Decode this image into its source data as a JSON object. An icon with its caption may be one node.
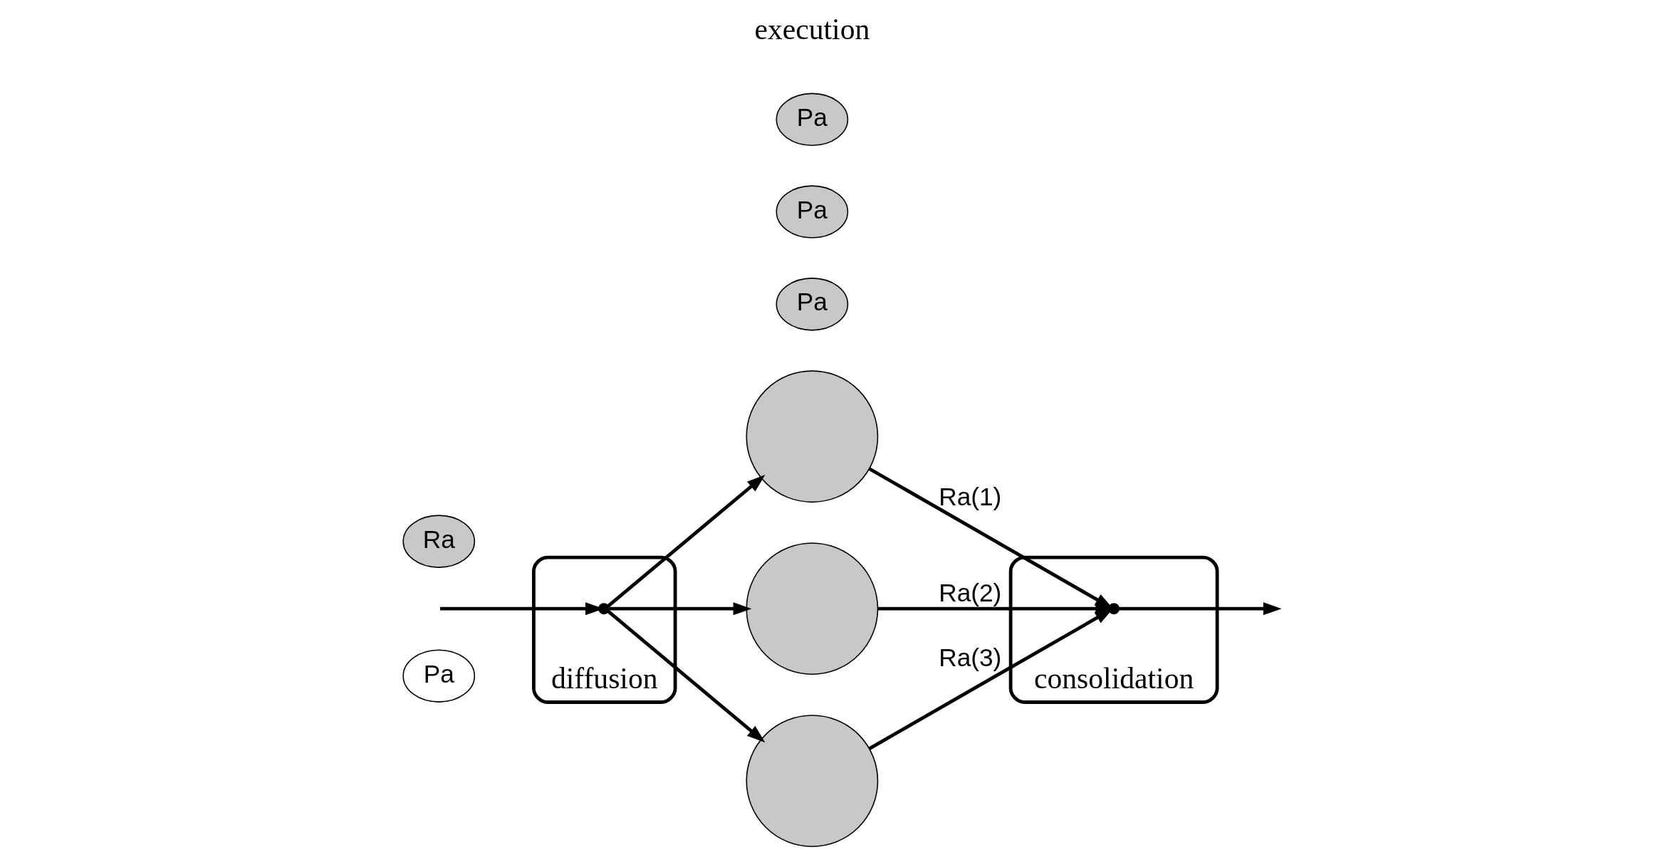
{
  "diagram": {
    "nodes": [
      {
        "text": [
          "Pa"
        ]
      },
      {
        "text": [
          "diffusion"
        ]
      },
      {
        "text": [],
        "shape": "circle",
        "in": 1
      },
      {
        "text": [
          "Pa"
        ]
      },
      {
        "text": [],
        "shape": "circle"
      },
      {
        "text": [
          "Pa"
        ]
      },
      {
        "text": [],
        "shape": "circle"
      },
      {
        "text": [
          "Pa"
        ]
      },
      {
        "text": [],
        "shape": "circle"
      },
      {
        "text": [
          "consolidation"
        ]
      },
      {
        "text": [],
        "shape": "circle",
        "in": 9
      },
      {
        "text": [
          "Ra"
        ]
      }
    ],
    "edges": [
      {
        "from": null,
        "to": 2,
        "arrow": "to"
      },
      {
        "from": 2,
        "to": 4,
        "arrow": "to"
      },
      {
        "from": 2,
        "to": 6,
        "arrow": "to"
      },
      {
        "from": 2,
        "to": 8,
        "arrow": "to"
      },
      {
        "from": 4,
        "to": 10,
        "arrow": "to",
        "label": "Ra(1)"
      },
      {
        "from": 6,
        "to": 10,
        "arrow": "to",
        "label": "Ra(2)"
      },
      {
        "from": 8,
        "to": 10,
        "arrow": "to",
        "label": "Ra(3)"
      },
      {
        "from": 10,
        "to": null,
        "arrow": "to"
      }
    ],
    "labels": [
      "execution"
    ]
  }
}
